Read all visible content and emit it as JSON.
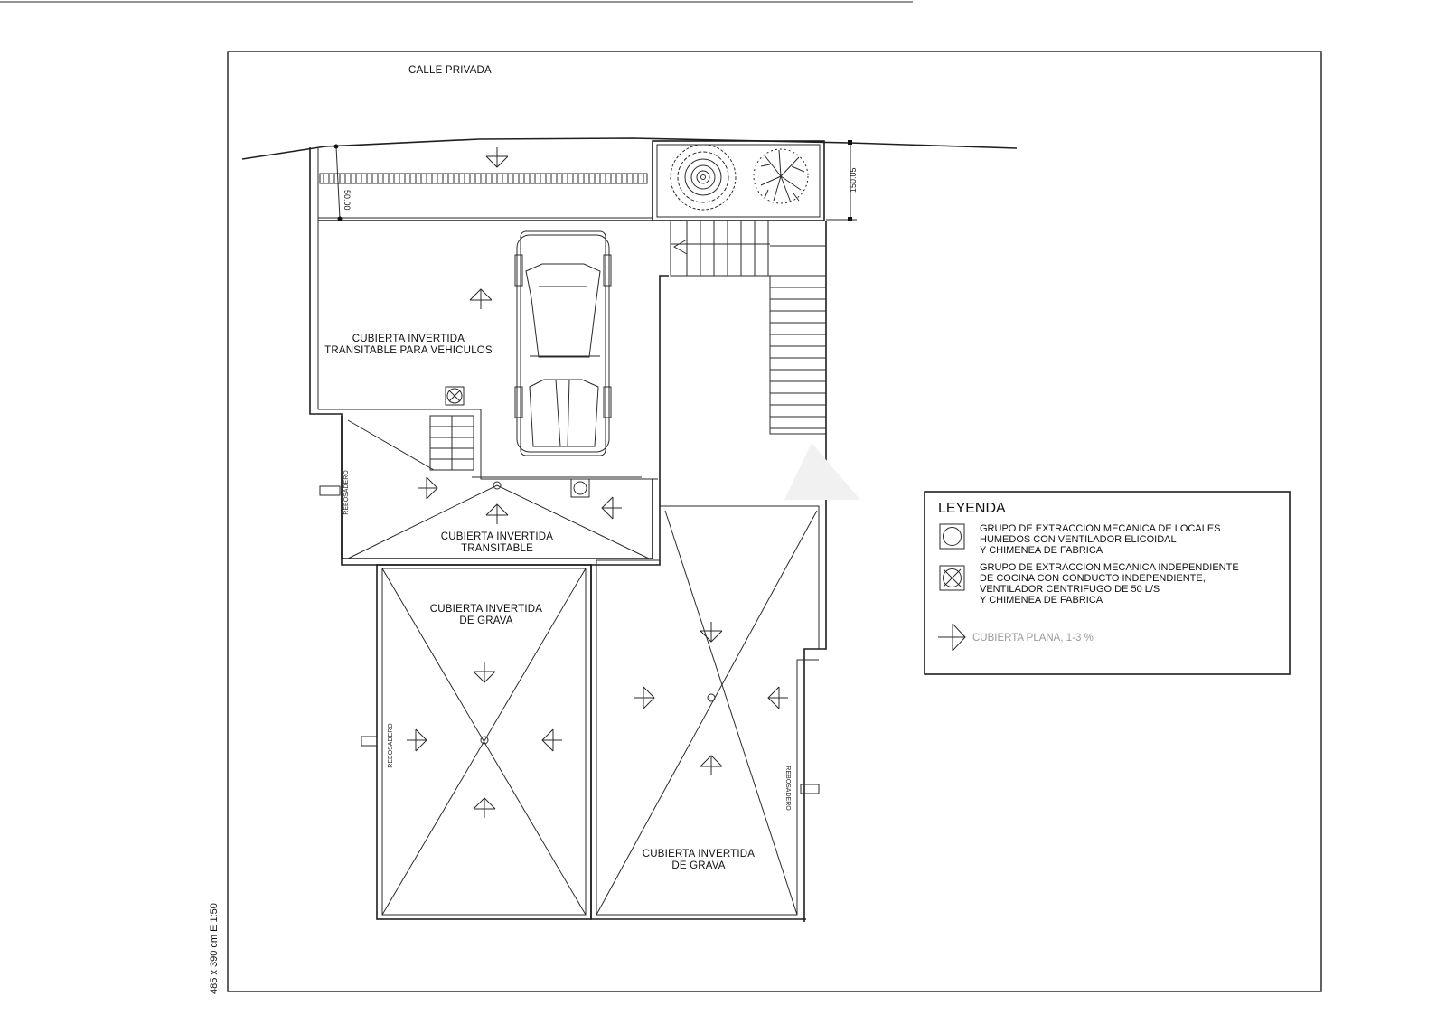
{
  "plan": {
    "street_label": "CALLE PRIVADA",
    "scale_note": "485 x 390 cm E 1:50",
    "dimensions": {
      "left_dim": "50.00",
      "right_dim": "150.05"
    },
    "roof_labels": {
      "vehicle_roof": [
        "CUBIERTA INVERTIDA",
        "TRANSITABLE PARA VEHICULOS"
      ],
      "walkable_roof": [
        "CUBIERTA INVERTIDA",
        "TRANSITABLE"
      ],
      "gravel_roof_left": [
        "CUBIERTA INVERTIDA",
        "DE GRAVA"
      ],
      "gravel_roof_right": [
        "CUBIERTA INVERTIDA",
        "DE GRAVA"
      ]
    },
    "overflow_label": "REBOSADERO"
  },
  "legend": {
    "title": "LEYENDA",
    "items": [
      {
        "symbol": "circle-in-square",
        "lines": [
          "GRUPO DE EXTRACCION MECANICA DE LOCALES",
          "HUMEDOS CON VENTILADOR ELICOIDAL",
          "Y CHIMENEA DE FABRICA"
        ]
      },
      {
        "symbol": "crossed-circle-in-square",
        "lines": [
          "GRUPO DE EXTRACCION MECANICA INDEPENDIENTE",
          "DE COCINA CON CONDUCTO INDEPENDIENTE,",
          "VENTILADOR CENTRIFUGO DE 50 L/S",
          "Y CHIMENEA DE FABRICA"
        ]
      },
      {
        "symbol": "slope-arrow",
        "lines": [
          "CUBIERTA PLANA, 1-3 %"
        ]
      }
    ]
  }
}
